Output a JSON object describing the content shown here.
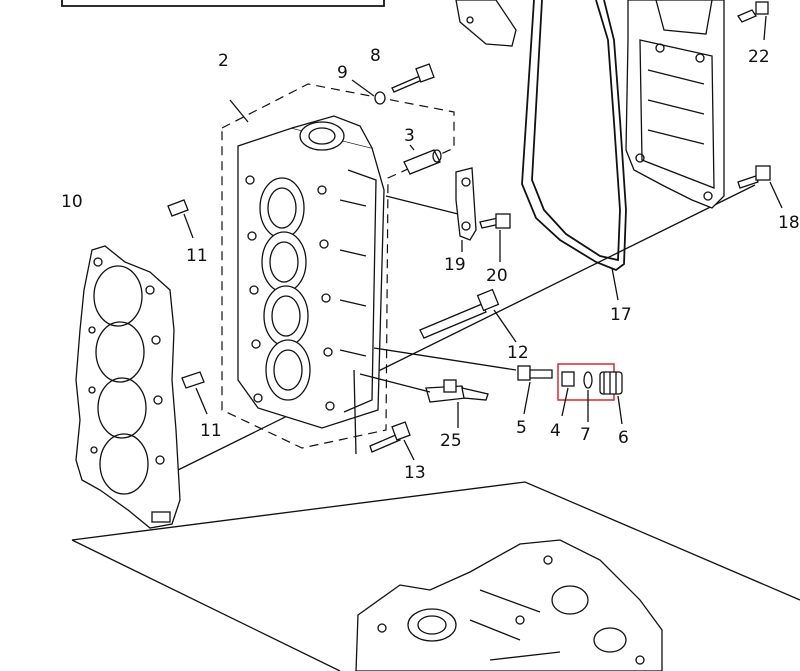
{
  "callouts": {
    "p2": "2",
    "p3": "3",
    "p4": "4",
    "p5": "5",
    "p6": "6",
    "p7": "7",
    "p8": "8",
    "p9": "9",
    "p10": "10",
    "p11a": "11",
    "p11b": "11",
    "p12": "12",
    "p13": "13",
    "p17": "17",
    "p18": "18",
    "p19": "19",
    "p20": "20",
    "p22": "22",
    "p25": "25"
  },
  "highlight_color": "#e0353a"
}
